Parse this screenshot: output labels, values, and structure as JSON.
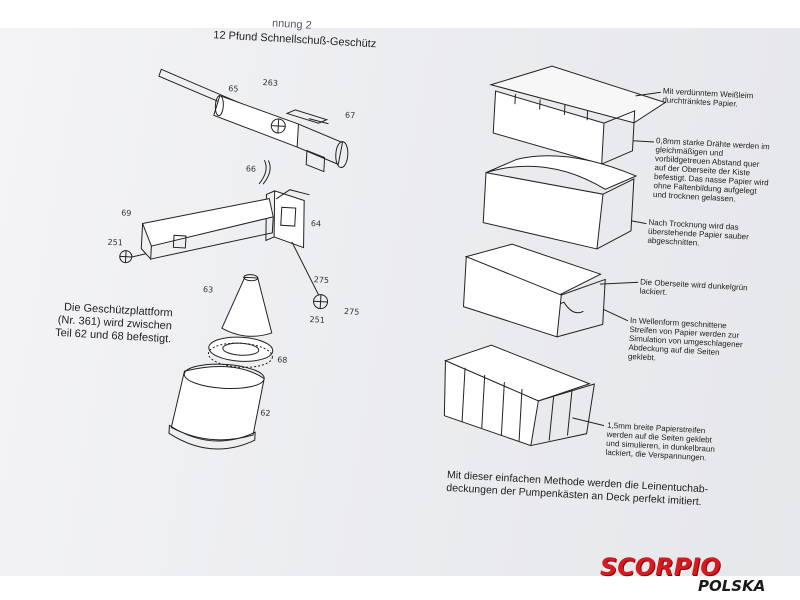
{
  "document": {
    "header_cut": "nnung 2",
    "title": "12 Pfund Schnellschuß-Geschütz",
    "left_note": [
      "Die Geschützplattform",
      "(Nr. 361) wird zwischen",
      "Teil 62 und 68 befestigt."
    ],
    "part_labels": {
      "p263": "263",
      "p65": "65",
      "p67": "67",
      "p66": "66",
      "p64": "64",
      "p69": "69",
      "p251a": "251",
      "p275a": "275",
      "p275b": "275",
      "p251b": "251",
      "p63": "63",
      "p68": "68",
      "p62": "62"
    },
    "captions": [
      [
        "Mit verdünntem Weißleim",
        "durchtränktes Papier."
      ],
      [
        "0,8mm starke Drähte werden im",
        "gleichmäßigen und",
        "vorbildgetreuen Abstand quer",
        "auf der Oberseite der Kiste",
        "befestigt. Das nasse Papier wird",
        "ohne Faltenbildung aufgelegt",
        "und trocknen gelassen."
      ],
      [
        "Nach Trocknung wird das",
        "überstehende Papier sauber",
        "abgeschnitten."
      ],
      [
        "Die Oberseite wird dunkelgrün",
        "lackiert."
      ],
      [
        "In Wellenform geschnittene",
        "Streifen von Papier werden zur",
        "Simulation von umgeschlagener",
        "Abdeckung auf die Seiten",
        "geklebt."
      ],
      [
        "1,5mm breite Papierstreifen",
        "werden auf die Seiten geklebt",
        "und simulieren, in dunkelbraun",
        "lackiert, die Verspannungen."
      ]
    ],
    "bottom_note": [
      "Mit dieser einfachen Methode werden die Leinentuchab-",
      "deckungen der Pumpenkästen an Deck perfekt imitiert."
    ]
  },
  "logo": {
    "brand": "SCORPIO",
    "country": "POLSKA",
    "brand_color": "#d71920"
  }
}
